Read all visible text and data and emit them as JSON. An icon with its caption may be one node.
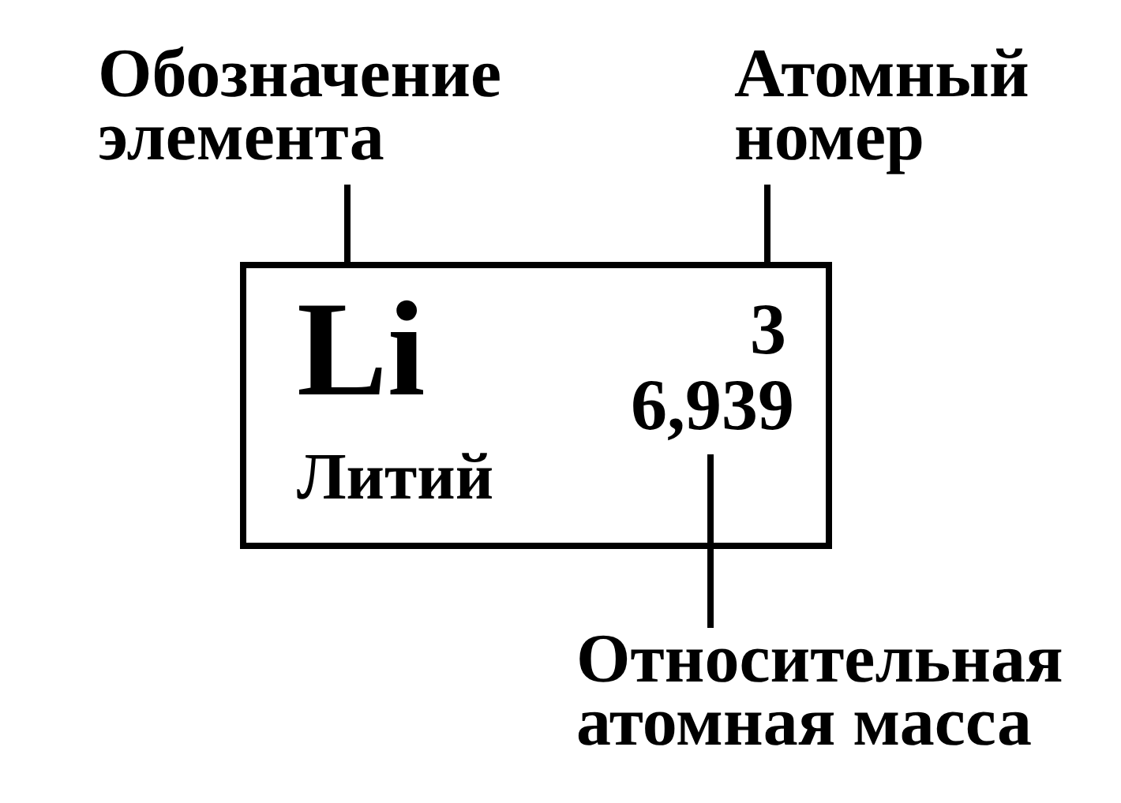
{
  "diagram": {
    "nodes": [
      {
        "text": [
          "Обозначение элемента"
        ]
      },
      {
        "text": [
          "Атомный номер"
        ]
      },
      {
        "text": [
          "Литий"
        ]
      },
      {
        "text": [
          "Li"
        ],
        "in": 2
      },
      {
        "text": [
          "3"
        ],
        "in": 2
      },
      {
        "text": [
          "6,939"
        ],
        "in": 2
      },
      {
        "text": [
          "Относительная атомная масса"
        ]
      }
    ],
    "edges": [
      {
        "from": 0,
        "to": 3,
        "arrow": "none"
      },
      {
        "from": 1,
        "to": 4,
        "arrow": "none"
      },
      {
        "from": 6,
        "to": 5,
        "arrow": "none"
      }
    ]
  }
}
